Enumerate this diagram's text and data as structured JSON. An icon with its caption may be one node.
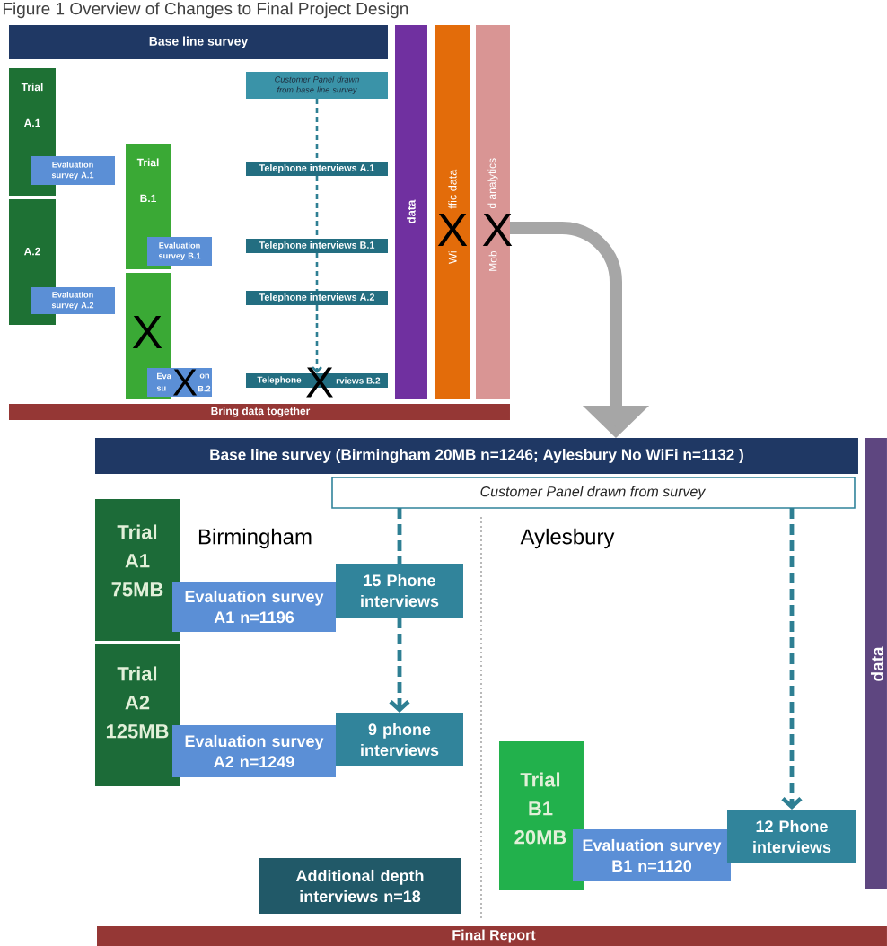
{
  "diagram": {
    "title": "Figure 1 Overview of Changes to Final Project Design",
    "nodes": [
      {
        "text": [
          "Base line survey"
        ]
      },
      {
        "text": [
          "Trial A.1"
        ]
      },
      {
        "text": [
          "Evaluation survey A.1"
        ]
      },
      {
        "text": [
          "A.2"
        ]
      },
      {
        "text": [
          "Evaluation survey A.2"
        ]
      },
      {
        "text": [
          "Trial B.1"
        ]
      },
      {
        "text": [
          "Evaluation survey B.1"
        ]
      },
      {
        "text": [],
        "shape": "box"
      },
      {
        "text": [
          "Eva",
          "on",
          "su",
          "B.2"
        ]
      },
      {
        "text": [
          "Customer Panel drawn from base line survey"
        ]
      },
      {
        "text": [
          "Telephone interviews A.1"
        ]
      },
      {
        "text": [
          "Telephone interviews B.1"
        ]
      },
      {
        "text": [
          "Telephone interviews A.2"
        ]
      },
      {
        "text": [
          "Telephone",
          "rviews B.2"
        ]
      },
      {
        "text": [
          "data"
        ]
      },
      {
        "text": [
          "Wi",
          "ffic data"
        ]
      },
      {
        "text": [
          "Mob",
          "d analytics"
        ]
      },
      {
        "text": [
          "Bring data together"
        ]
      },
      {
        "text": [
          "Base line survey (Birmingham 20MB n=1246; Aylesbury No WiFi n=1132 )"
        ]
      },
      {
        "text": [
          "Customer Panel drawn from survey"
        ]
      },
      {
        "text": [
          "Trial A1 75MB"
        ]
      },
      {
        "text": [
          "Evaluation survey A1 n=1196"
        ]
      },
      {
        "text": [
          "15 Phone interviews"
        ]
      },
      {
        "text": [
          "Trial A2 125MB"
        ]
      },
      {
        "text": [
          "Evaluation survey A2 n=1249"
        ]
      },
      {
        "text": [
          "9 phone interviews"
        ]
      },
      {
        "text": [
          "Additional depth interviews n=18"
        ]
      },
      {
        "text": [
          "Trial B1 20MB"
        ]
      },
      {
        "text": [
          "Evaluation survey B1 n=1120"
        ]
      },
      {
        "text": [
          "12 Phone interviews"
        ]
      },
      {
        "text": [
          "data"
        ]
      },
      {
        "text": [
          "Final Report"
        ]
      }
    ],
    "edges": [
      {
        "from": 9,
        "to": 10,
        "arrow": "none",
        "style": "dashed"
      },
      {
        "from": 10,
        "to": 11,
        "arrow": "none",
        "style": "dashed"
      },
      {
        "from": 11,
        "to": 12,
        "arrow": "none",
        "style": "dashed"
      },
      {
        "from": 12,
        "to": 13,
        "arrow": "to",
        "style": "dashed"
      },
      {
        "from": 16,
        "to": 18,
        "arrow": "to",
        "style": "thick",
        "color": "#a6a6a6"
      },
      {
        "from": 19,
        "to": 22,
        "arrow": "none",
        "style": "dashed"
      },
      {
        "from": 22,
        "to": 25,
        "arrow": "to",
        "style": "dashed"
      },
      {
        "from": 19,
        "to": 29,
        "arrow": "to",
        "style": "dashed"
      }
    ],
    "labels": [
      "X",
      "X",
      "X",
      "X",
      "X",
      "Birmingham",
      "Aylesbury"
    ]
  }
}
